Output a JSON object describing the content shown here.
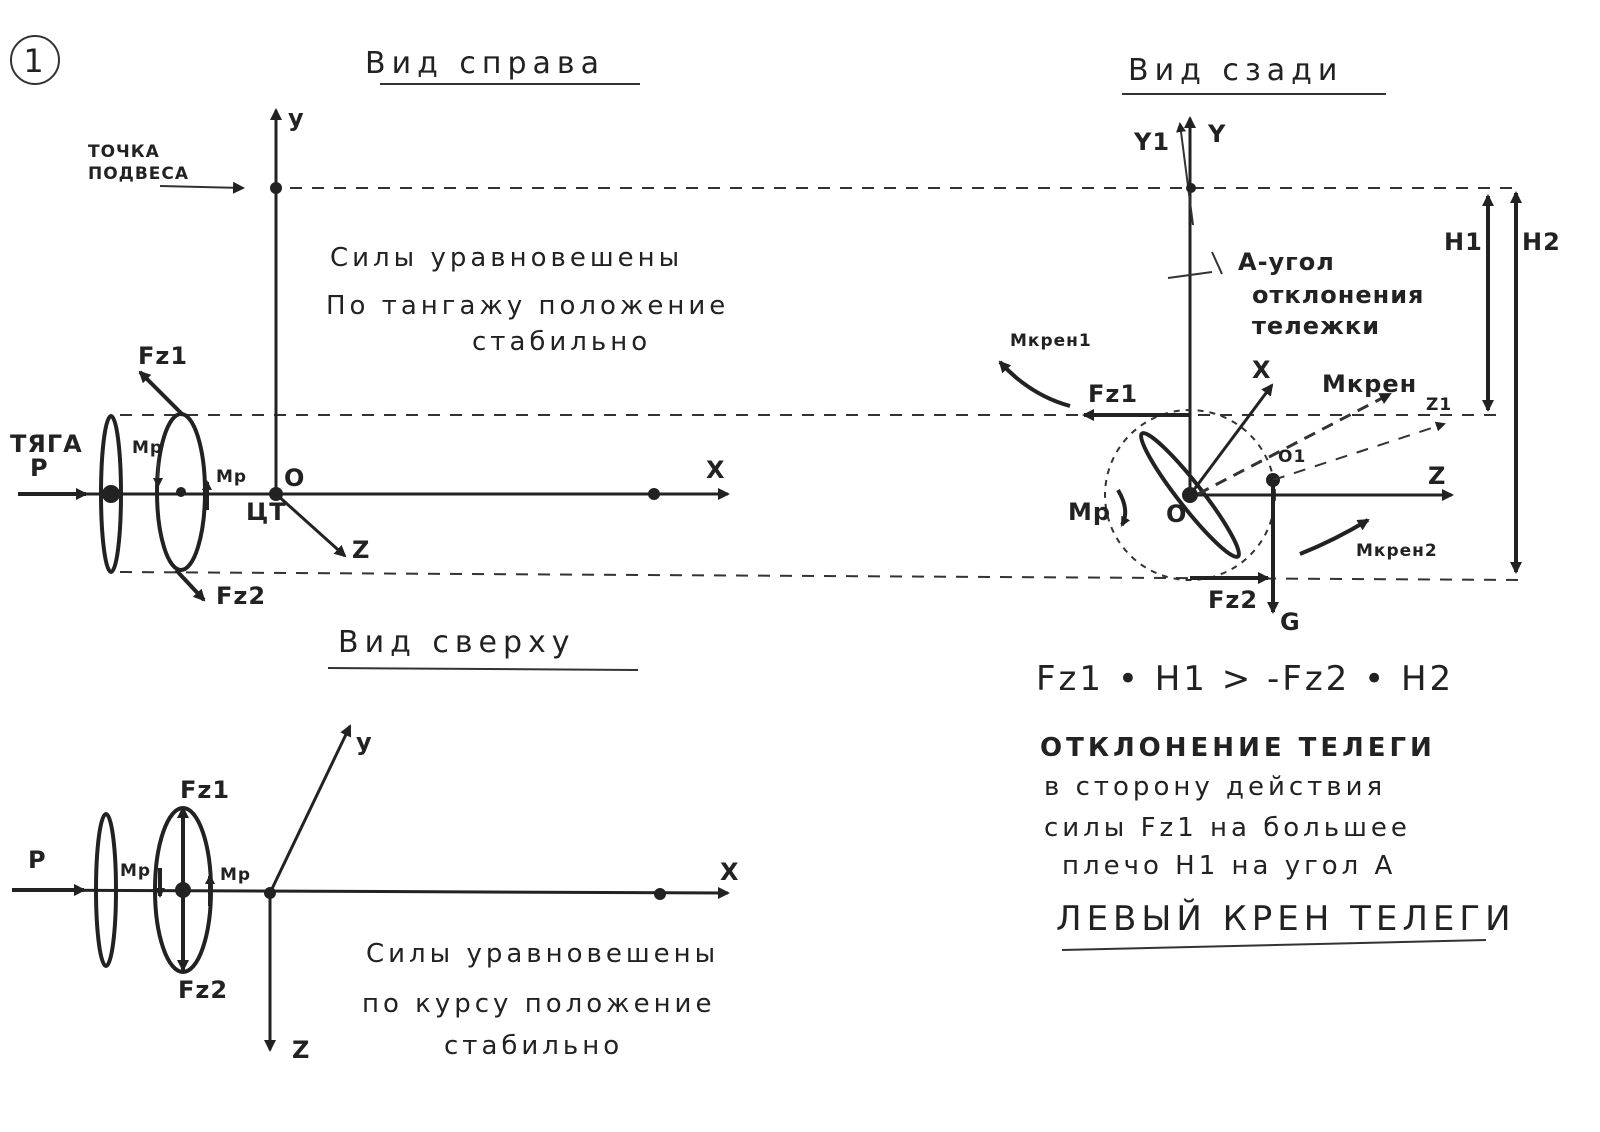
{
  "sheet_number": "1",
  "right_view": {
    "title": "Вид справа",
    "suspension_point": "ТОЧКА\nПОДВЕСА",
    "thrust_label": "ТЯГА",
    "p_label": "P",
    "axis_y": "y",
    "axis_x": "X",
    "axis_z": "Z",
    "origin": "O",
    "cg": "ЦТ",
    "fz1": "Fz1",
    "fz2": "Fz2",
    "mp_left": "Mp",
    "mp_right": "Mp",
    "note_line1": "Силы уравновешены",
    "note_line2": "По тангажу положение",
    "note_line3": "стабильно"
  },
  "rear_view": {
    "title": "Вид сзади",
    "y1": "Y1",
    "y": "Y",
    "angle_line1": "A-угол",
    "angle_line2": "отклонения",
    "angle_line3": "тележки",
    "mkren1": "Mкрен1",
    "mkren": "Mкрен",
    "mkren2": "Mкрен2",
    "x": "X",
    "z1": "Z1",
    "z": "Z",
    "o": "O",
    "o1": "O1",
    "fz1": "Fz1",
    "fz2": "Fz2",
    "mp": "Mp",
    "g": "G",
    "h1": "H1",
    "h2": "H2",
    "formula": "Fz1 • H1 > -Fz2 • H2",
    "text_line1": "ОТКЛОНЕНИЕ ТЕЛЕГИ",
    "text_line2": "в сторону действия",
    "text_line3": "силы Fz1 на большее",
    "text_line4": "плечо H1 на угол A",
    "conclusion": "ЛЕВЫЙ КРЕН ТЕЛЕГИ"
  },
  "top_view": {
    "title": "Вид сверху",
    "p": "P",
    "y": "y",
    "x": "X",
    "z": "Z",
    "fz1": "Fz1",
    "fz2": "Fz2",
    "mp_left": "Mp",
    "mp_right": "Mp",
    "note_line1": "Силы уравновешены",
    "note_line2": "по курсу положение",
    "note_line3": "стабильно"
  }
}
